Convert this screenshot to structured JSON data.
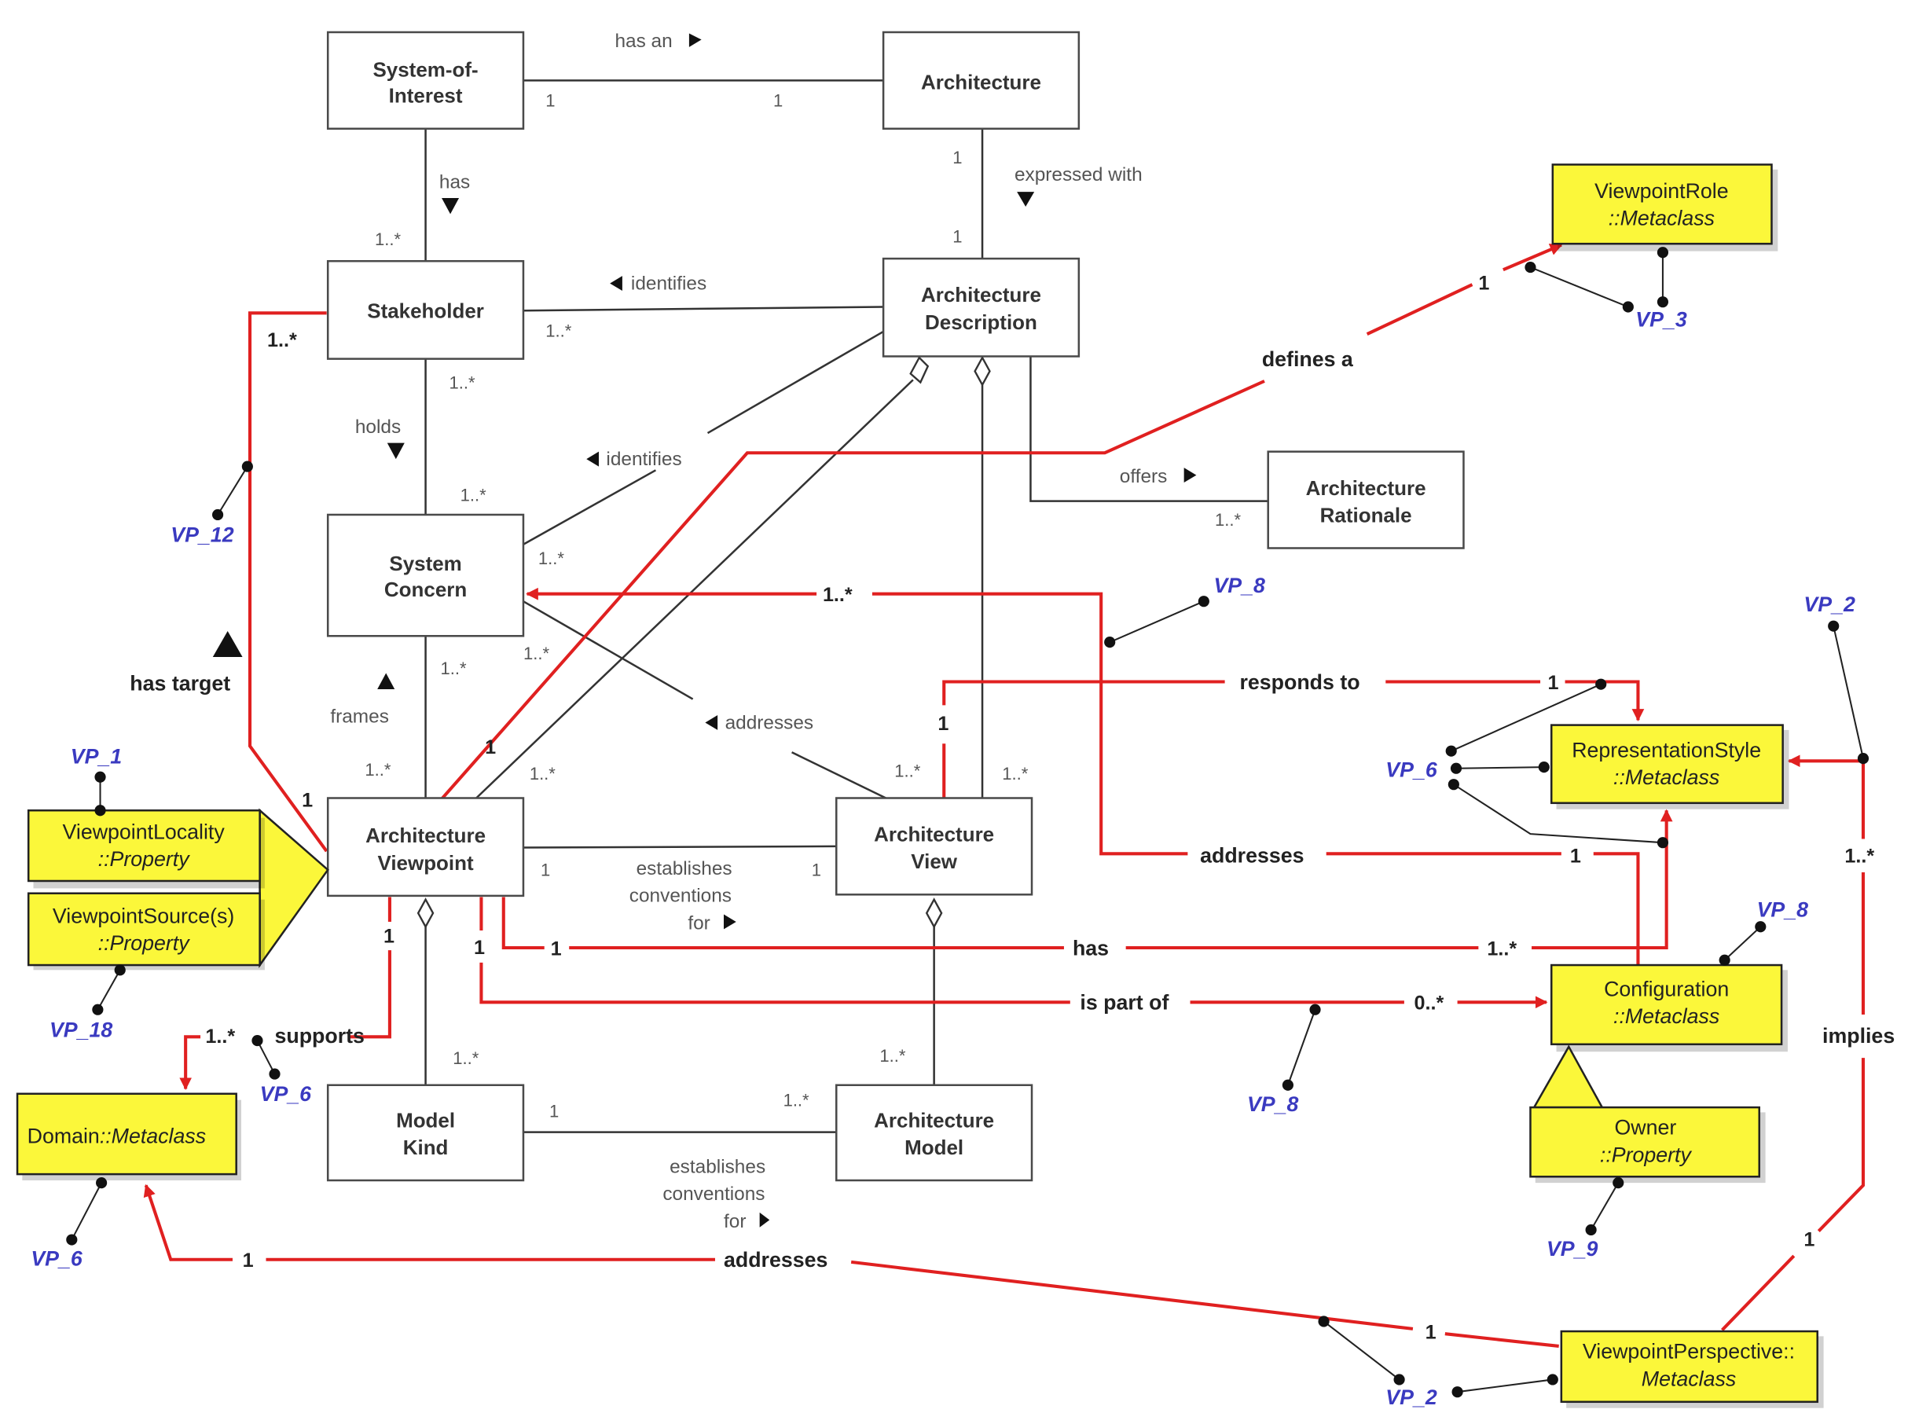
{
  "classes": {
    "system_of_interest": [
      "System-of-",
      "Interest"
    ],
    "architecture": [
      "Architecture"
    ],
    "stakeholder": [
      "Stakeholder"
    ],
    "architecture_description": [
      "Architecture",
      "Description"
    ],
    "system_concern": [
      "System",
      "Concern"
    ],
    "architecture_rationale": [
      "Architecture",
      "Rationale"
    ],
    "architecture_viewpoint": [
      "Architecture",
      "Viewpoint"
    ],
    "architecture_view": [
      "Architecture",
      "View"
    ],
    "model_kind": [
      "Model",
      "Kind"
    ],
    "architecture_model": [
      "Architecture",
      "Model"
    ]
  },
  "metaclasses": {
    "viewpoint_role": {
      "name": "ViewpointRole",
      "type": "::Metaclass"
    },
    "representation_style": {
      "name": "RepresentationStyle",
      "type": "::Metaclass"
    },
    "configuration": {
      "name": "Configuration",
      "type": "::Metaclass"
    },
    "owner": {
      "name": "Owner",
      "type": "::Property"
    },
    "viewpoint_locality": {
      "name": "ViewpointLocality",
      "type": "::Property"
    },
    "viewpoint_sources": {
      "name": "ViewpointSource(s)",
      "type": "::Property"
    },
    "domain": {
      "name": "Domain",
      "type": "::Metaclass"
    },
    "viewpoint_perspective": {
      "name": "ViewpointPerspective::",
      "type": "Metaclass"
    }
  },
  "associations": {
    "has_an": "has an",
    "has": "has",
    "expressed_with": "expressed with",
    "identifies_top": "identifies",
    "identifies_mid": "identifies",
    "holds": "holds",
    "offers": "offers",
    "frames": "frames",
    "addresses_black": "addresses",
    "establishes_1": [
      "establishes",
      "conventions",
      "for"
    ],
    "establishes_2": [
      "establishes",
      "conventions",
      "for"
    ]
  },
  "extensions": {
    "defines_a": "defines a",
    "has_target": "has target",
    "responds_to": "responds to",
    "addresses_right": "addresses",
    "has_red": "has",
    "is_part_of": "is part of",
    "supports": "supports",
    "implies": "implies",
    "addresses_bottom": "addresses"
  },
  "multiplicities": {
    "one": "1",
    "many": "1..*",
    "zero_many": "0..*"
  },
  "viewpoint_refs": {
    "vp12": "VP_12",
    "vp1": "VP_1",
    "vp18": "VP_18",
    "vp6_a": "VP_6",
    "vp6_b": "VP_6",
    "vp3": "VP_3",
    "vp8_a": "VP_8",
    "vp2_a": "VP_2",
    "vp6_c": "VP_6",
    "vp8_b": "VP_8",
    "vp8_c": "VP_8",
    "vp9": "VP_9",
    "vp2_b": "VP_2"
  },
  "colors": {
    "extension_red": "#e02020",
    "metaclass_yellow": "#fbf73a",
    "vp_blue": "#3a3ac0"
  }
}
